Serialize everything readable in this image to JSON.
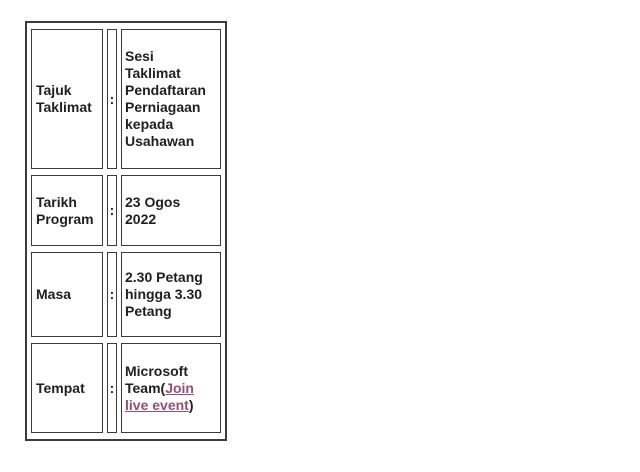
{
  "page": {
    "background_color": "#ffffff",
    "text_color": "#1f1f1f",
    "border_color": "#3b3b3b",
    "link_color": "#954F72"
  },
  "table": {
    "separator": ":",
    "rows": [
      {
        "label": "Tajuk Taklimat",
        "value": "Sesi\nTaklimat\nPendaftaran\nPerniagaan\nkepada\nUsahawan"
      },
      {
        "label": "Tarikh Program",
        "value": "23 Ogos\n2022"
      },
      {
        "label": "Masa",
        "value": "2.30 Petang\nhingga 3.30\nPetang"
      },
      {
        "label": "Tempat",
        "value_prefix": "Microsoft\nTeam(",
        "link_text": "Join\nlive event",
        "value_suffix": ")"
      }
    ]
  }
}
